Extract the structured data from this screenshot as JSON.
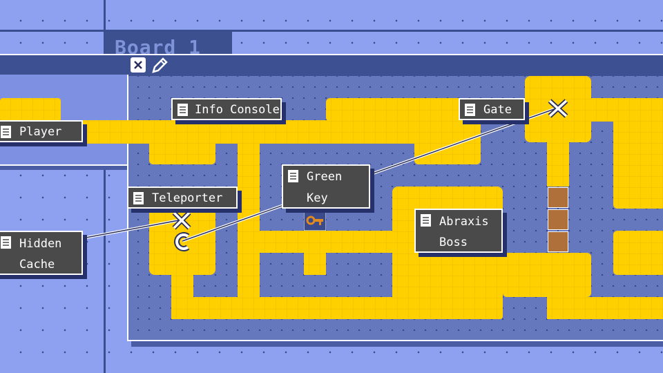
{
  "board": {
    "title": "Board 1"
  },
  "toolbar": {
    "delete_icon": "delete-icon",
    "edit_icon": "pencil-icon"
  },
  "labels": {
    "player": "Player",
    "info_console": "Info Console",
    "gate": "Gate",
    "teleporter": "Teleporter",
    "green_key_line1": "Green",
    "green_key_line2": "Key",
    "boss_line1": "Abraxis",
    "boss_line2": "Boss",
    "hidden_cache_line1": "Hidden",
    "hidden_cache_line2": "Cache"
  },
  "colors": {
    "floor": "#ffd000",
    "wall": "#6577bd",
    "accent": "#ffffff"
  }
}
